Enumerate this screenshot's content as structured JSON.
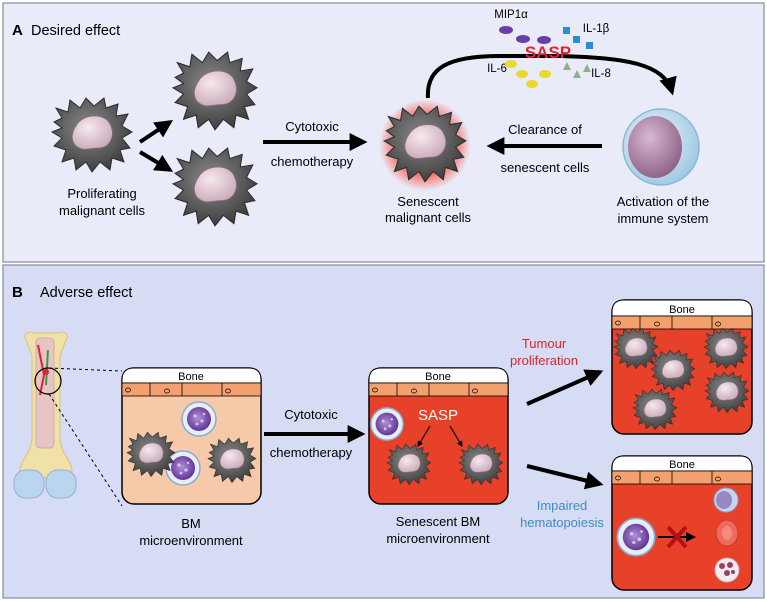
{
  "panel_a": {
    "letter": "A",
    "title": "Desired effect",
    "label_proliferating_1": "Proliferating",
    "label_proliferating_2": "malignant cells",
    "arrow_top": "Cytotoxic",
    "arrow_bottom": "chemotherapy",
    "label_senescent_1": "Senescent",
    "label_senescent_2": "malignant cells",
    "sasp": "SASP",
    "mip": "MIP1α",
    "il1b": "IL-1β",
    "il6": "IL-6",
    "il8": "IL-8",
    "clearance_1": "Clearance of",
    "clearance_2": "senescent cells",
    "immune_1": "Activation of the",
    "immune_2": "immune system"
  },
  "panel_b": {
    "letter": "B",
    "title": "Adverse effect",
    "bone": "Bone",
    "bm_1": "BM",
    "bm_2": "microenvironment",
    "arrow_top": "Cytotoxic",
    "arrow_bottom": "chemotherapy",
    "sasp": "SASP",
    "senescent_bm_1": "Senescent BM",
    "senescent_bm_2": "microenvironment",
    "tumour_1": "Tumour",
    "tumour_2": "proliferation",
    "impaired_1": "Impaired",
    "impaired_2": "hematopoiesis"
  },
  "colors": {
    "panel_a_bg": "#e9ecf8",
    "panel_b_bg": "#d6dcf4",
    "senescent_red": "#e8412a",
    "healthy_bm": "#f6c9a8",
    "sasp_red": "#e0232e",
    "tumour_red": "#e0232e",
    "impaired_blue": "#3a8fc4",
    "bone_orange": "#f4a06e"
  }
}
